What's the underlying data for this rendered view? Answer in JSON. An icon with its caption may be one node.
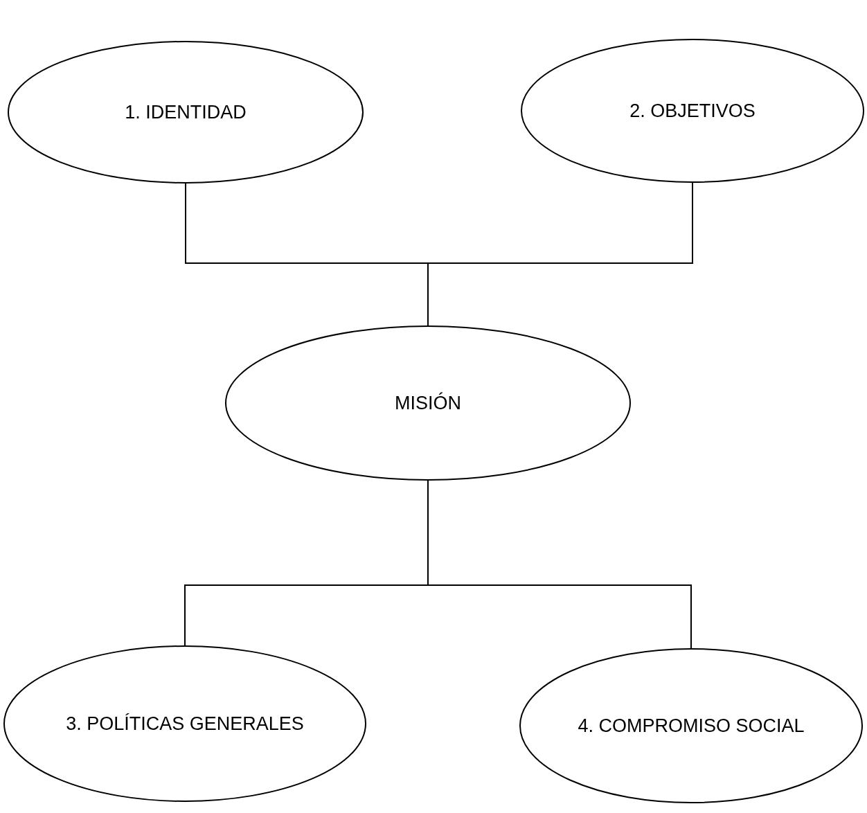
{
  "diagram": {
    "nodes": [
      {
        "text": [
          "1. IDENTIDAD"
        ]
      },
      {
        "text": [
          "2. OBJETIVOS"
        ]
      },
      {
        "text": [
          "MISIÓN"
        ]
      },
      {
        "text": [
          "3. POLÍTICAS GENERALES"
        ]
      },
      {
        "text": [
          "4. COMPROMISO SOCIAL"
        ]
      }
    ],
    "edges": [
      {
        "from": 0,
        "to": 2,
        "arrow": "none"
      },
      {
        "from": 1,
        "to": 2,
        "arrow": "none"
      },
      {
        "from": 2,
        "to": 3,
        "arrow": "none"
      },
      {
        "from": 2,
        "to": 4,
        "arrow": "none"
      }
    ]
  }
}
